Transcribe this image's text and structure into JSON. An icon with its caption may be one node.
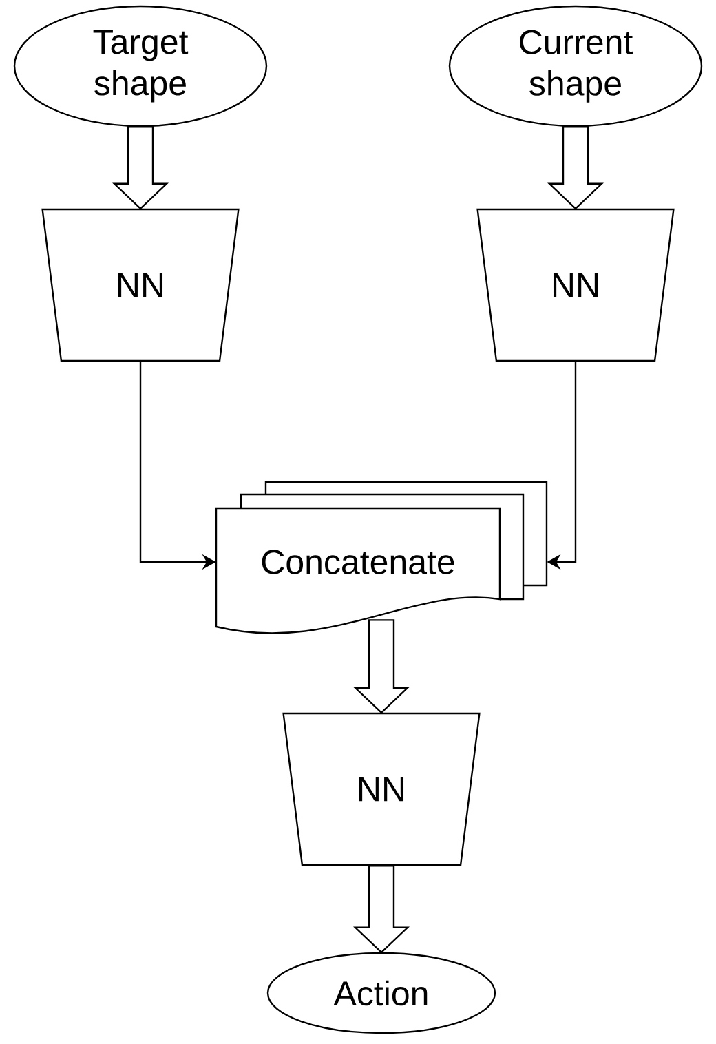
{
  "diagram": {
    "nodes": [
      {
        "text": [
          "Target shape"
        ]
      },
      {
        "text": [
          "Current shape"
        ]
      },
      {
        "text": [
          "NN"
        ]
      },
      {
        "text": [
          "NN"
        ]
      },
      {
        "text": [
          "Concatenate"
        ]
      },
      {
        "text": [
          "NN"
        ]
      },
      {
        "text": [
          "Action"
        ]
      }
    ],
    "edges": [
      {
        "from": 0,
        "to": 2,
        "arrow": "to",
        "style": "thick"
      },
      {
        "from": 1,
        "to": 3,
        "arrow": "to",
        "style": "thick"
      },
      {
        "from": 2,
        "to": 4,
        "arrow": "to"
      },
      {
        "from": 3,
        "to": 4,
        "arrow": "to"
      },
      {
        "from": 4,
        "to": 5,
        "arrow": "to",
        "style": "thick"
      },
      {
        "from": 5,
        "to": 6,
        "arrow": "to",
        "style": "thick"
      }
    ]
  }
}
